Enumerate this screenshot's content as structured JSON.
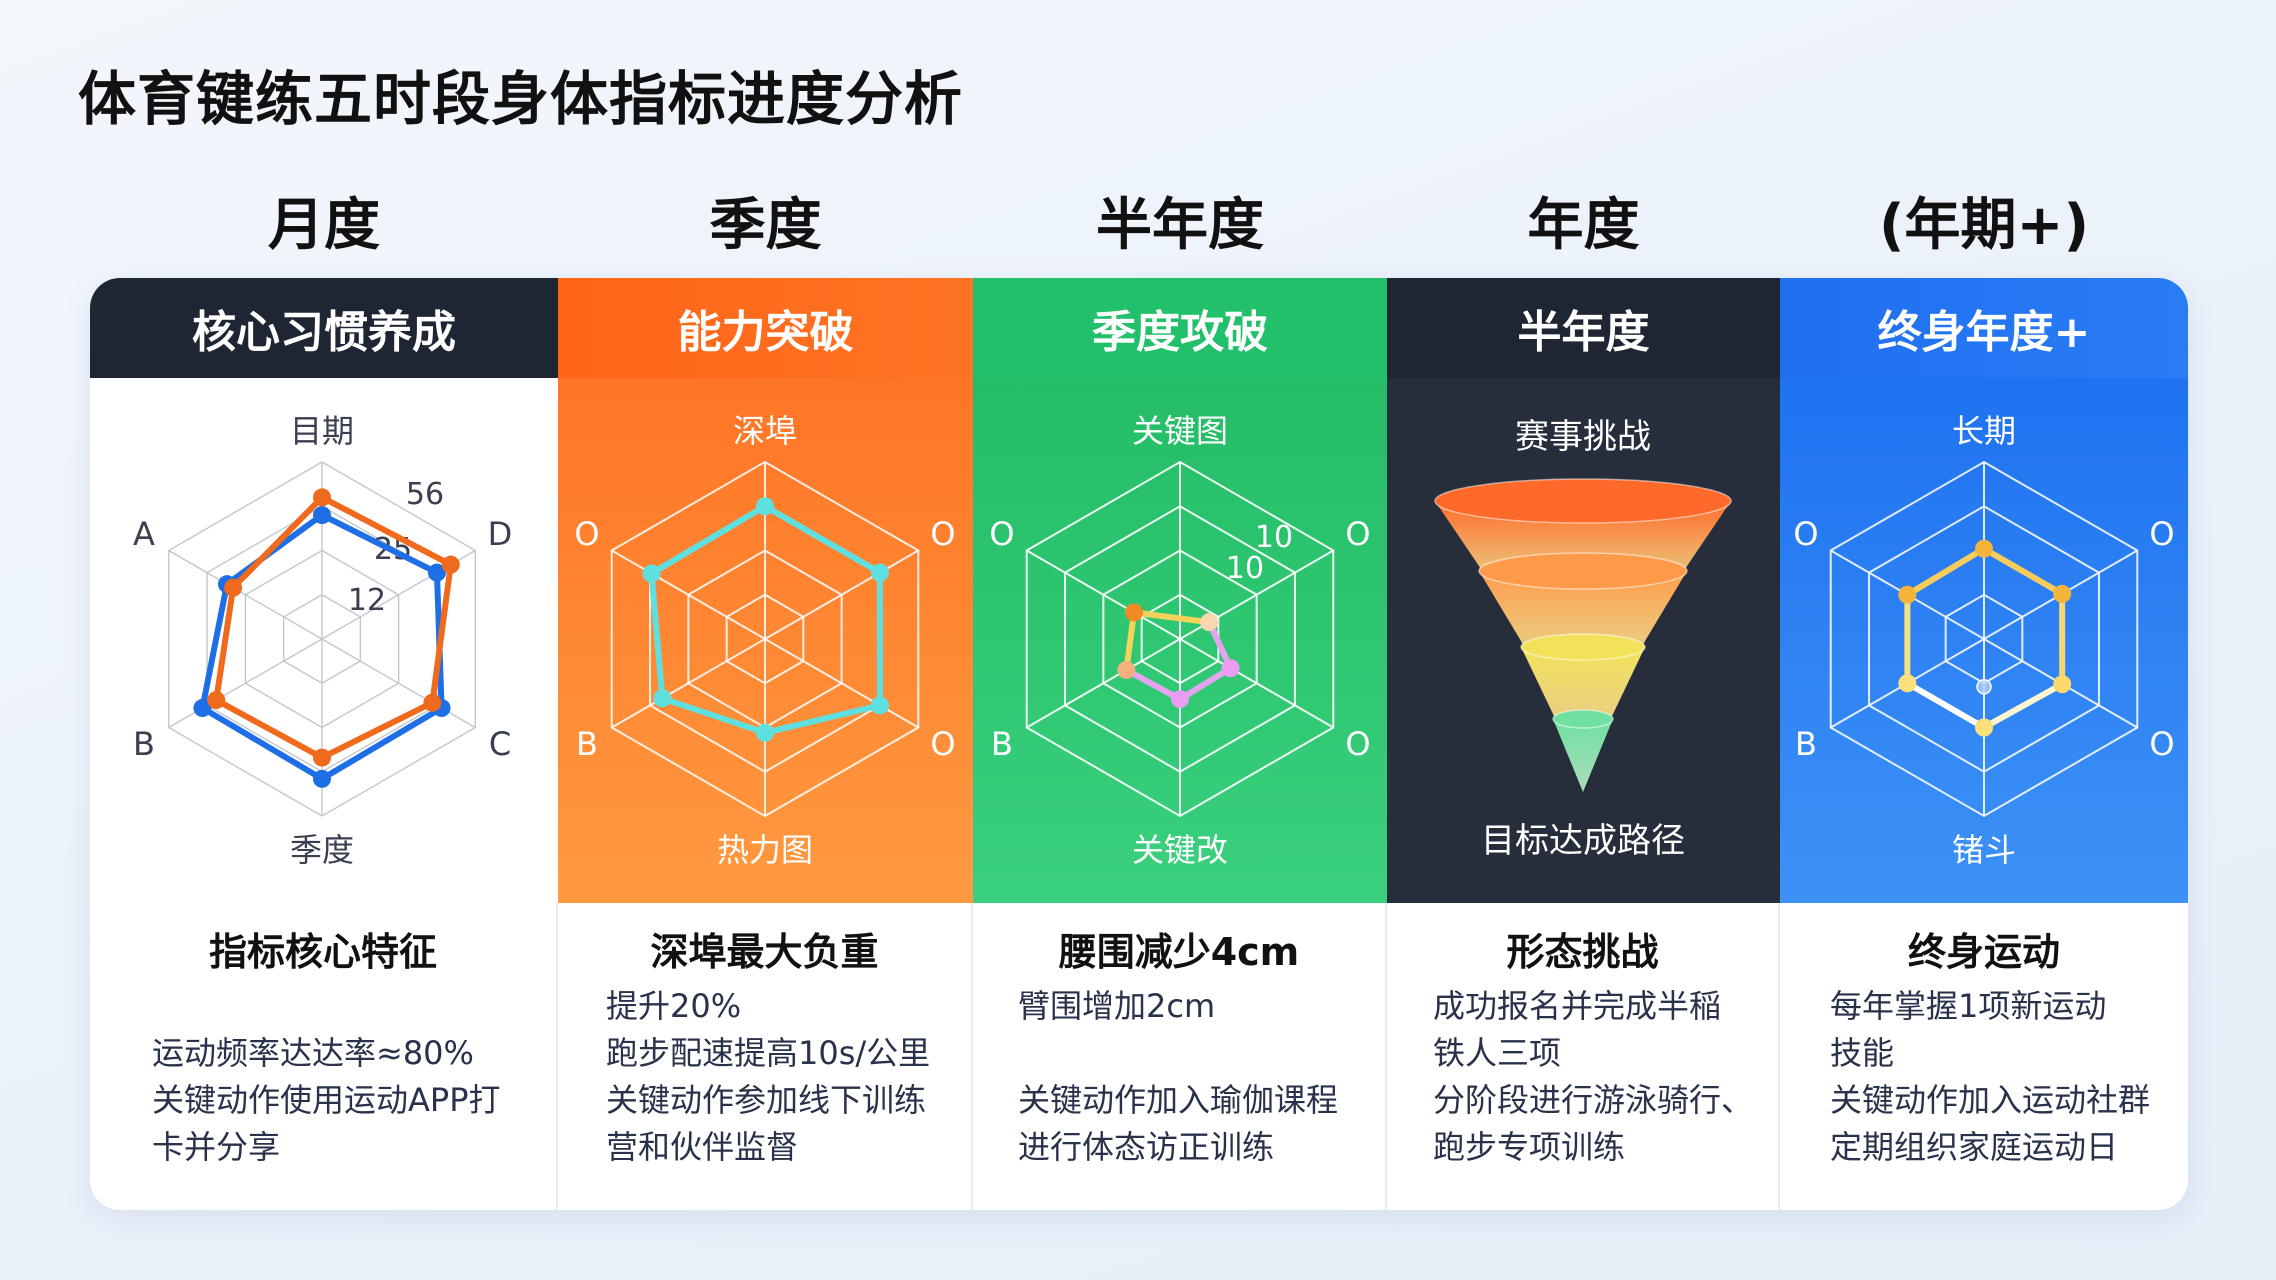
{
  "title": "体育键练五时段身体指标进度分析",
  "columns": [
    {
      "period": "月度",
      "header": "核心习惯养成",
      "header_color": "#1f2633",
      "card": {
        "title": "指标核心特征",
        "lines": [
          "",
          "运动频率达达率≈80%",
          "关键动作使用运动APP打",
          "卡并分享"
        ]
      }
    },
    {
      "period": "季度",
      "header": "能力突破",
      "header_color": "#ff6a1a",
      "card": {
        "title": "深埠最大负重",
        "lines": [
          "提升20%",
          "跑步配速提高10s/公里",
          "关键动作参加线下训练",
          "营和伙伴监督"
        ]
      }
    },
    {
      "period": "半年度",
      "header": "季度攻破",
      "header_color": "#22c06a",
      "card": {
        "title": "腰围减少4cm",
        "lines": [
          "臂围增加2cm",
          "",
          "关键动作加入瑜伽课程",
          "进行体态访正训练"
        ]
      }
    },
    {
      "period": "年度",
      "header": "半年度",
      "header_color": "#1f2633",
      "card": {
        "title": "形态挑战",
        "lines": [
          "成功报名并完成半稲",
          "铁人三项",
          "分阶段进行游泳骑行、",
          "跑步专项训练"
        ]
      }
    },
    {
      "period": "(年期+)",
      "header": "终身年度+",
      "header_color": "#1f6ff0",
      "card": {
        "title": "终身运动",
        "lines": [
          "每年掌握1项新运动",
          "技能",
          "关键动作加入运动社群",
          "定期组织家庭运动日"
        ]
      }
    }
  ],
  "funnel": {
    "top_label": "赛事挑战",
    "bottom_label": "目标达成路径",
    "stages": 4,
    "colors": [
      "#ff6a2a",
      "#ff9a4a",
      "#f2e25a",
      "#6fe0a0"
    ]
  },
  "chart_data": [
    {
      "type": "radar",
      "axes": [
        "目期",
        "D",
        "C",
        "季度",
        "B",
        "A"
      ],
      "ticks": [
        "56",
        "25",
        "12"
      ],
      "rings": 4,
      "series": [
        {
          "color": "#1e6fe6",
          "values": [
            0.7,
            0.75,
            0.78,
            0.79,
            0.78,
            0.62
          ]
        },
        {
          "color": "#f06a1e",
          "values": [
            0.8,
            0.84,
            0.72,
            0.67,
            0.69,
            0.58
          ]
        }
      ]
    },
    {
      "type": "radar",
      "axes": [
        "深埠",
        "O",
        "O",
        "热力图",
        "B",
        "O"
      ],
      "ticks": [],
      "rings": 4,
      "series": [
        {
          "color": "#5fe0e0",
          "values": [
            0.75,
            0.75,
            0.75,
            0.53,
            0.67,
            0.74
          ]
        }
      ]
    },
    {
      "type": "radar",
      "axes": [
        "关键图",
        "O",
        "O",
        "关键改",
        "B",
        "O"
      ],
      "ticks": [
        "10",
        "10"
      ],
      "rings": 4,
      "series": [
        {
          "values": [
            null,
            0.19,
            0.33,
            0.34,
            0.35,
            0.3
          ],
          "point_colors": [
            null,
            "#f6d7b0",
            "#e99cf0",
            "#e99cf0",
            "#f5b080",
            "#f08a24"
          ],
          "line_colors": [
            "#f5c850",
            "#e6a3f0",
            "#e6a3f0",
            "#e6a3f0",
            "#f5d35a",
            "#f5d35a"
          ]
        }
      ]
    },
    {
      "type": "radar",
      "axes": [
        "长期",
        "O",
        "O",
        "锗斗",
        "B",
        "O"
      ],
      "ticks": [],
      "rings": 4,
      "series": [
        {
          "values": [
            0.51,
            0.51,
            0.51,
            0.5,
            0.5,
            0.5
          ],
          "point_colors": [
            "#f5b43a",
            "#f5b43a",
            "#fbd96a",
            "#fbe07a",
            "#fbe07a",
            "#f5b43a"
          ],
          "line_colors": [
            "#f7cc5a",
            "#f7d870",
            "#fff6d0",
            "#ffffff",
            "#f7e080",
            "#f7cc5a"
          ],
          "marker": {
            "axis": 3,
            "value": 0.27
          }
        }
      ]
    }
  ]
}
